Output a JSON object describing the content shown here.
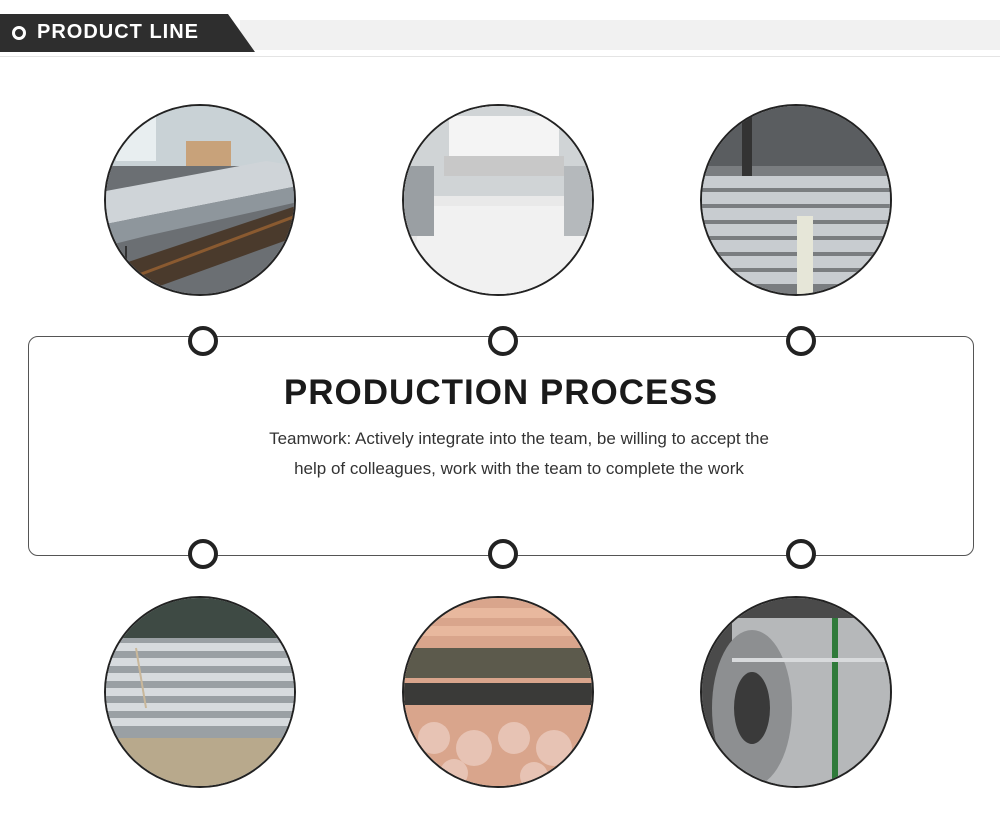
{
  "header": {
    "title": "PRODUCT LINE"
  },
  "panel": {
    "title": "PRODUCTION PROCESS",
    "text": "Teamwork: Actively integrate into the team, be willing to accept the help of colleagues, work with the team to complete the work"
  },
  "colors": {
    "header_dark": "#2e2e2e",
    "header_light": "#f1f1f1",
    "border": "#222222"
  }
}
